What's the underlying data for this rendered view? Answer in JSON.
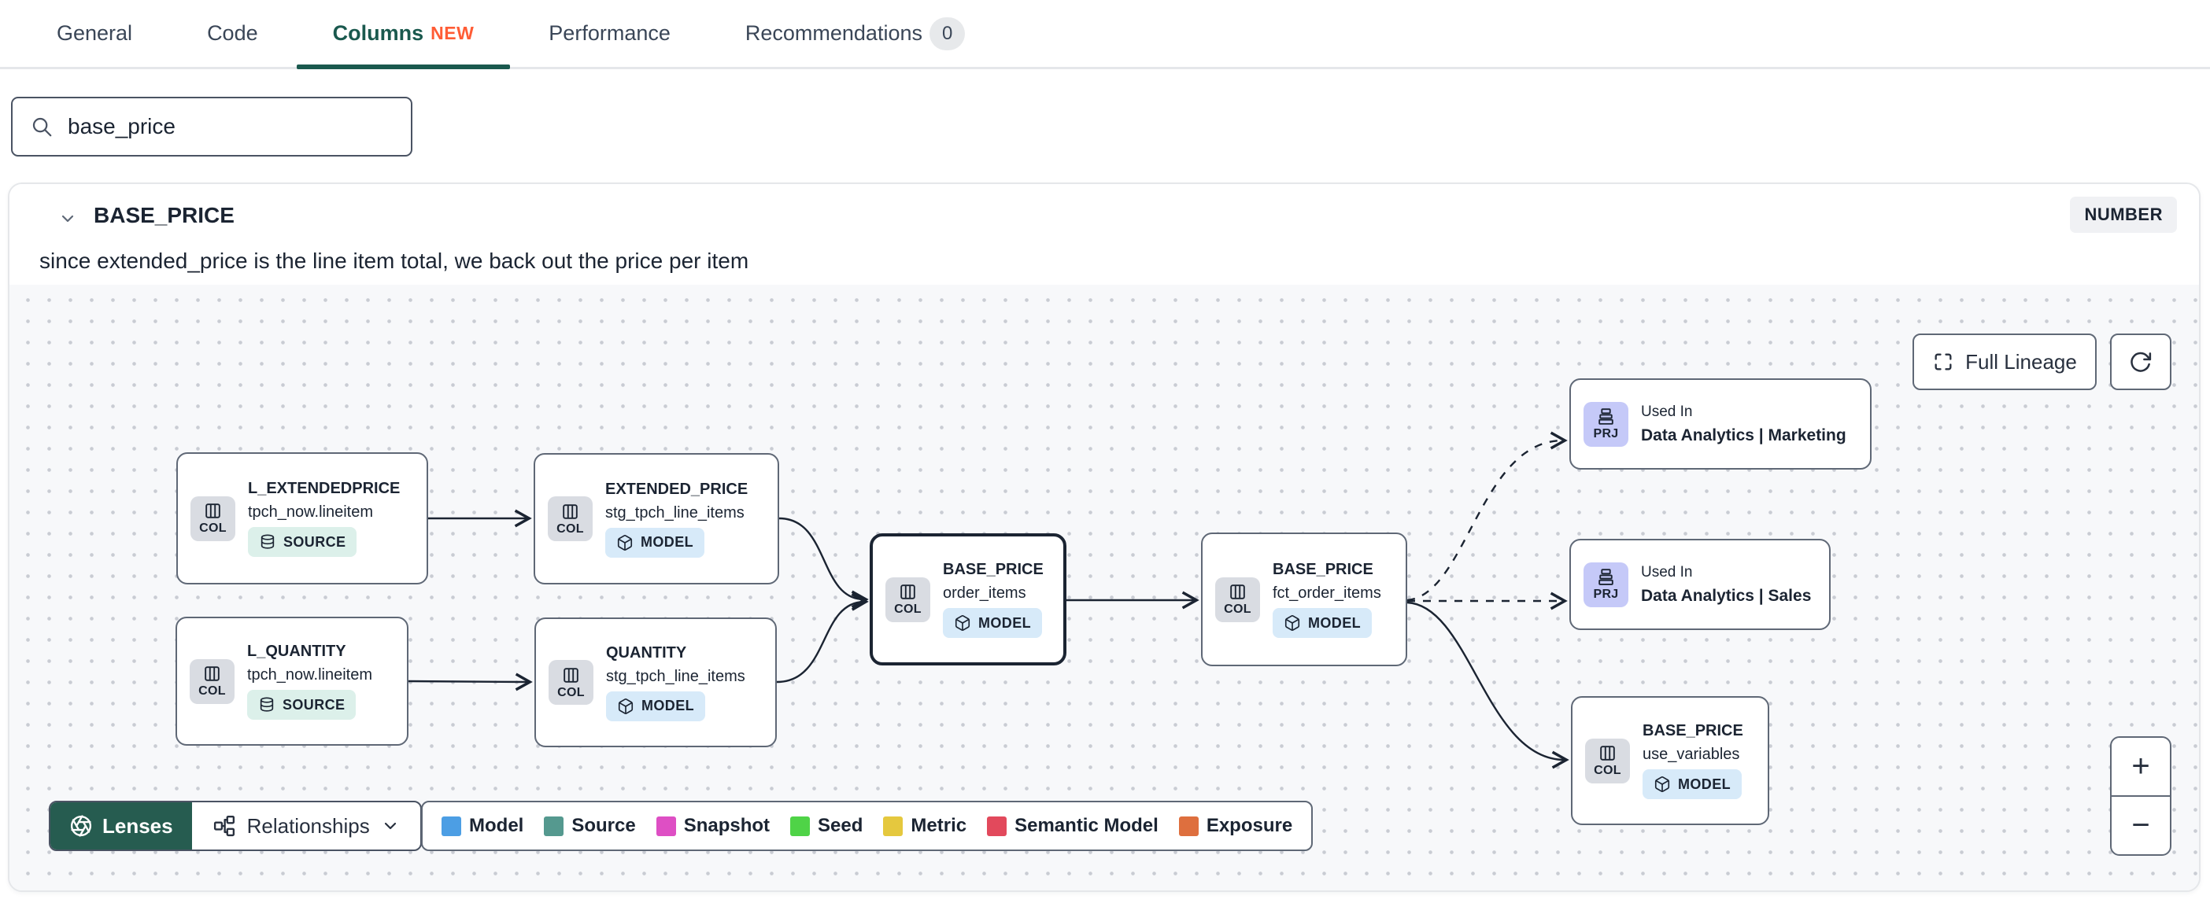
{
  "tabs": {
    "items": [
      {
        "label": "General"
      },
      {
        "label": "Code"
      },
      {
        "label": "Columns",
        "badge": "NEW"
      },
      {
        "label": "Performance"
      },
      {
        "label": "Recommendations",
        "count": "0"
      }
    ]
  },
  "search": {
    "value": "base_price"
  },
  "column": {
    "name": "BASE_PRICE",
    "data_type": "NUMBER",
    "description": "since extended_price is the line item total, we back out the price per item"
  },
  "lineage": {
    "buttons": {
      "full_lineage": "Full Lineage"
    },
    "nodes": [
      {
        "title": "L_EXTENDEDPRICE",
        "subtitle": "tpch_now.lineitem",
        "chip": "COL",
        "badge": "SOURCE"
      },
      {
        "title": "EXTENDED_PRICE",
        "subtitle": "stg_tpch_line_items",
        "chip": "COL",
        "badge": "MODEL"
      },
      {
        "title": "L_QUANTITY",
        "subtitle": "tpch_now.lineitem",
        "chip": "COL",
        "badge": "SOURCE"
      },
      {
        "title": "QUANTITY",
        "subtitle": "stg_tpch_line_items",
        "chip": "COL",
        "badge": "MODEL"
      },
      {
        "title": "BASE_PRICE",
        "subtitle": "order_items",
        "chip": "COL",
        "badge": "MODEL"
      },
      {
        "title": "BASE_PRICE",
        "subtitle": "fct_order_items",
        "chip": "COL",
        "badge": "MODEL"
      },
      {
        "title": "BASE_PRICE",
        "subtitle": "use_variables",
        "chip": "COL",
        "badge": "MODEL"
      }
    ],
    "projects": [
      {
        "kicker": "Used In",
        "title": "Data Analytics | Marketing",
        "chip": "PRJ"
      },
      {
        "kicker": "Used In",
        "title": "Data Analytics | Sales",
        "chip": "PRJ"
      }
    ],
    "toolbar": {
      "lenses": "Lenses",
      "relationships": "Relationships"
    },
    "zoom": {
      "in": "+",
      "out": "−"
    },
    "legend": [
      {
        "label": "Model",
        "color": "#4C9EE4"
      },
      {
        "label": "Source",
        "color": "#55998F"
      },
      {
        "label": "Snapshot",
        "color": "#DE4FC4"
      },
      {
        "label": "Seed",
        "color": "#4FD347"
      },
      {
        "label": "Metric",
        "color": "#E5C83E"
      },
      {
        "label": "Semantic Model",
        "color": "#E2495C"
      },
      {
        "label": "Exposure",
        "color": "#DE6F3E"
      }
    ]
  }
}
